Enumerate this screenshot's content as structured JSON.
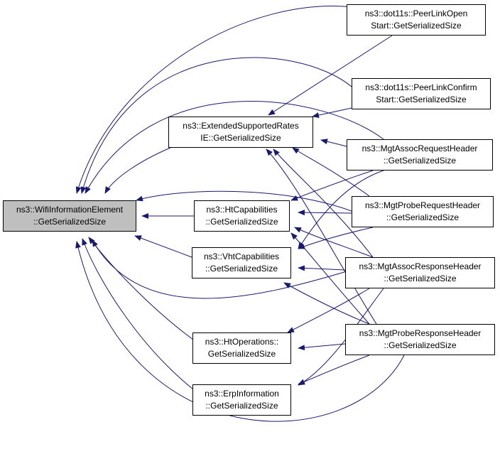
{
  "nodes": {
    "wifi": [
      "ns3::WifiInformationElement",
      "::GetSerializedSize"
    ],
    "ext": [
      "ns3::ExtendedSupportedRates",
      "IE::GetSerializedSize"
    ],
    "ht": [
      "ns3::HtCapabilities",
      "::GetSerializedSize"
    ],
    "vht": [
      "ns3::VhtCapabilities",
      "::GetSerializedSize"
    ],
    "htop": [
      "ns3::HtOperations::",
      "GetSerializedSize"
    ],
    "erp": [
      "ns3::ErpInformation",
      "::GetSerializedSize"
    ],
    "plo": [
      "ns3::dot11s::PeerLinkOpen",
      "Start::GetSerializedSize"
    ],
    "plc": [
      "ns3::dot11s::PeerLinkConfirm",
      "Start::GetSerializedSize"
    ],
    "areq": [
      "ns3::MgtAssocRequestHeader",
      "::GetSerializedSize"
    ],
    "preq": [
      "ns3::MgtProbeRequestHeader",
      "::GetSerializedSize"
    ],
    "aresp": [
      "ns3::MgtAssocResponseHeader",
      "::GetSerializedSize"
    ],
    "presp": [
      "ns3::MgtProbeResponseHeader",
      "::GetSerializedSize"
    ]
  },
  "edges": [
    [
      "ext",
      "wifi"
    ],
    [
      "ht",
      "wifi"
    ],
    [
      "vht",
      "wifi"
    ],
    [
      "htop",
      "wifi"
    ],
    [
      "erp",
      "wifi"
    ],
    [
      "plo",
      "wifi"
    ],
    [
      "plc",
      "wifi"
    ],
    [
      "areq",
      "wifi"
    ],
    [
      "preq",
      "wifi"
    ],
    [
      "aresp",
      "wifi"
    ],
    [
      "presp",
      "wifi"
    ],
    [
      "plo",
      "ext"
    ],
    [
      "plc",
      "ext"
    ],
    [
      "areq",
      "ext"
    ],
    [
      "preq",
      "ext"
    ],
    [
      "aresp",
      "ext"
    ],
    [
      "presp",
      "ext"
    ],
    [
      "areq",
      "ht"
    ],
    [
      "preq",
      "ht"
    ],
    [
      "aresp",
      "ht"
    ],
    [
      "presp",
      "ht"
    ],
    [
      "areq",
      "vht"
    ],
    [
      "preq",
      "vht"
    ],
    [
      "aresp",
      "vht"
    ],
    [
      "presp",
      "vht"
    ],
    [
      "aresp",
      "htop"
    ],
    [
      "presp",
      "htop"
    ],
    [
      "aresp",
      "erp"
    ],
    [
      "presp",
      "erp"
    ]
  ],
  "colors": {
    "edge": "#191970",
    "root_fill": "#bfbfbf",
    "node_fill": "#ffffff",
    "border": "#000000"
  }
}
